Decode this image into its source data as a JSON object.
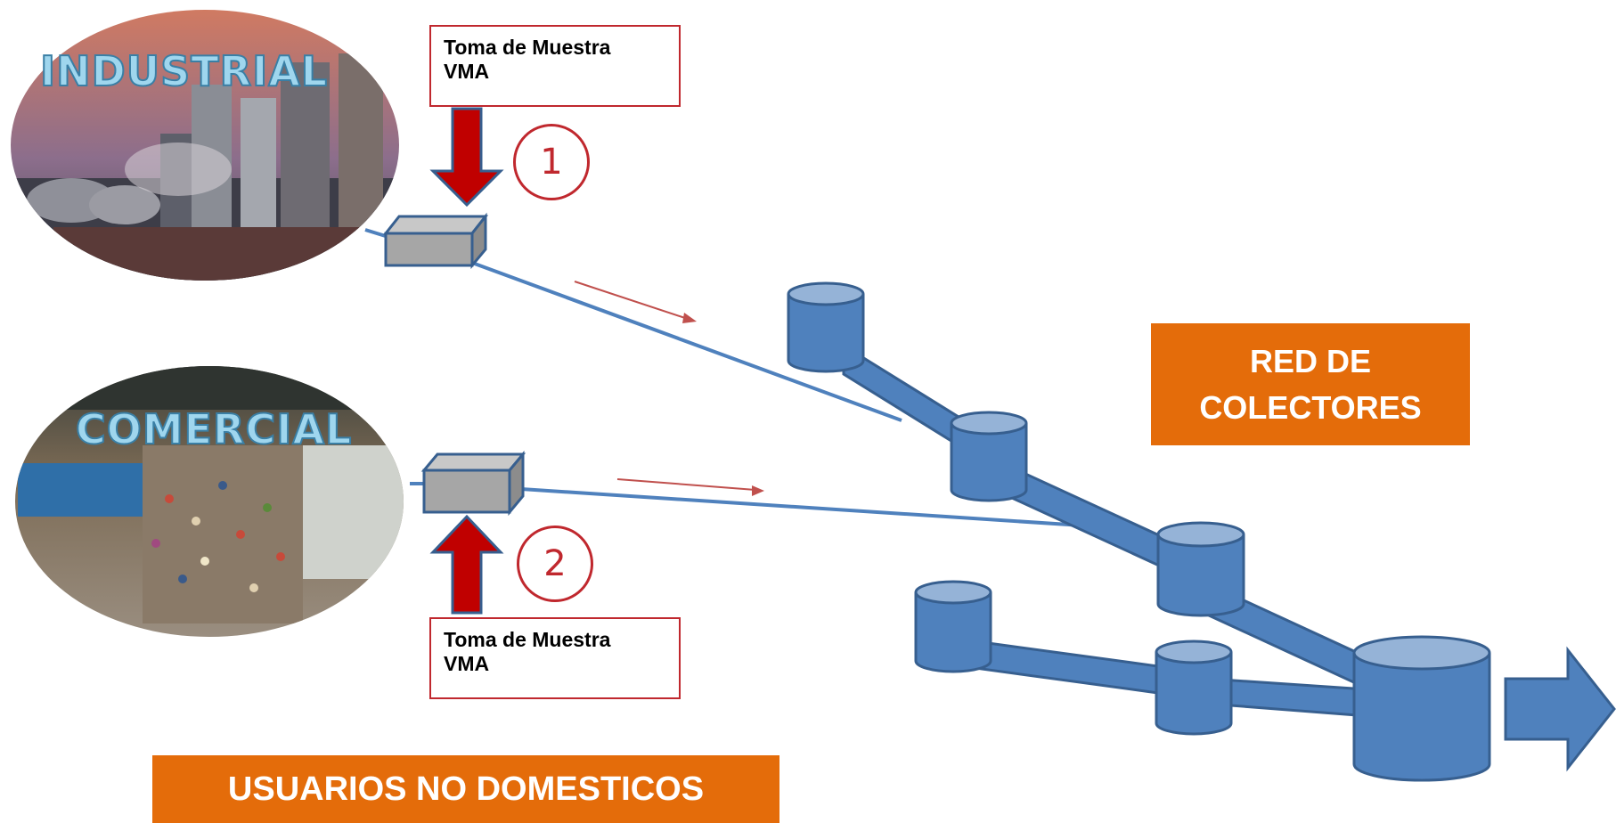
{
  "sources": {
    "industrial": {
      "label": "INDUSTRIAL"
    },
    "commercial": {
      "label": "COMERCIAL"
    }
  },
  "sampling": [
    {
      "number": "1",
      "line1": "Toma de Muestra",
      "line2": "VMA"
    },
    {
      "number": "2",
      "line1": "Toma de Muestra",
      "line2": "VMA"
    }
  ],
  "network_label": {
    "line1": "RED DE",
    "line2": "COLECTORES"
  },
  "footer_label": "USUARIOS NO DOMESTICOS",
  "colors": {
    "pipe": "#4f81bd",
    "pipe_dark": "#375f8f",
    "accent_red": "#c0282e",
    "orange": "#e46c0a",
    "box_gray": "#a6a6a6",
    "flow_arrow": "#c0504d"
  }
}
